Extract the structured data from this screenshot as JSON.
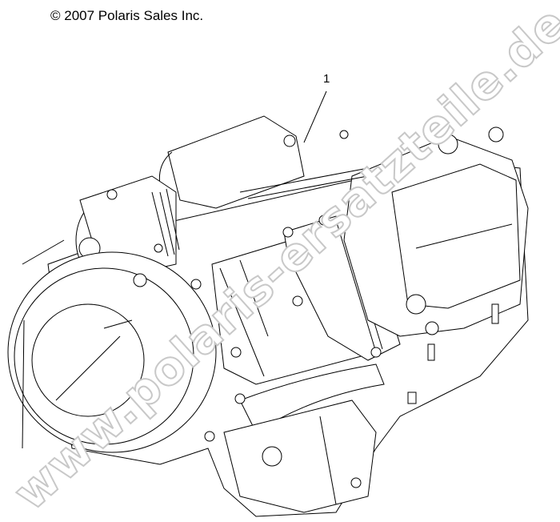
{
  "copyright": "© 2007 Polaris Sales Inc.",
  "callouts": [
    {
      "label": "1"
    }
  ],
  "watermark": "www.polaris-ersatzteile.de",
  "colors": {
    "line": "#000000",
    "background": "#ffffff",
    "watermark_outline": "#c8c8c8"
  }
}
